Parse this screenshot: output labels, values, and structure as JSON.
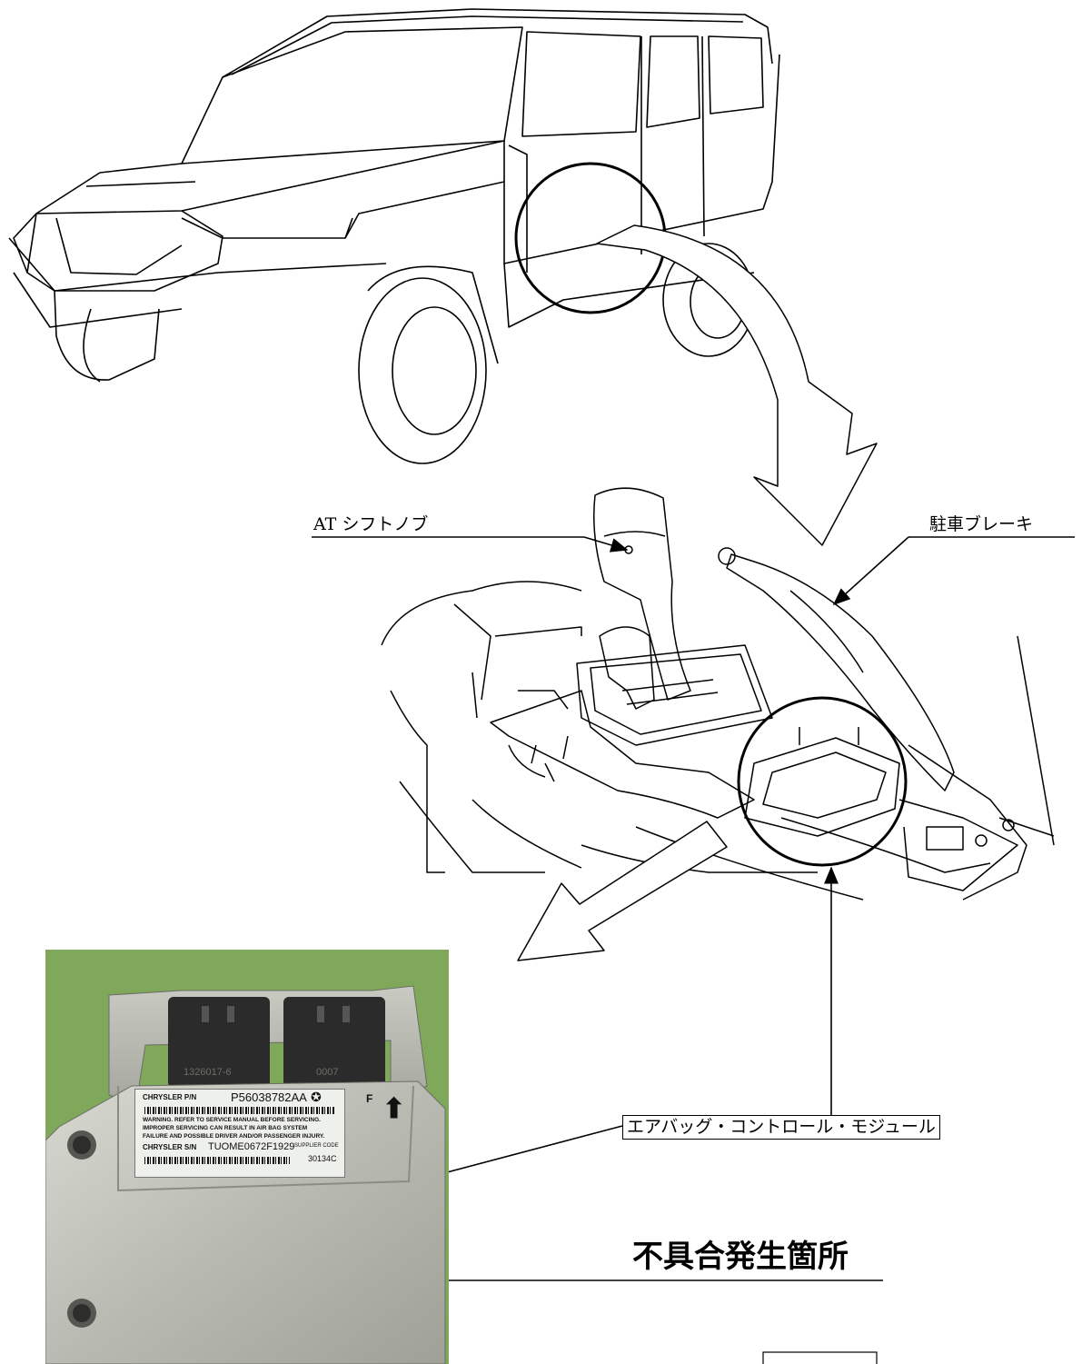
{
  "labels": {
    "at_shift_knob": "AT シフトノブ",
    "parking_brake": "駐車ブレーキ",
    "airbag_module": "エアバッグ・コントロール・モジュール",
    "defect_location": "不具合発生箇所"
  },
  "photo_label": {
    "pn_caption": "CHRYSLER P/N",
    "pn_value": "P56038782AA",
    "f_mark": "F",
    "warning_lines": [
      "WARNING. REFER TO SERVICE MANUAL BEFORE SERVICING.",
      "IMPROPER SERVICING CAN RESULT IN AIR BAG SYSTEM",
      "FAILURE AND POSSIBLE DRIVER AND/OR PASSENGER INJURY."
    ],
    "sn_caption": "CHRYSLER S/N",
    "sn_value": "TUOME0672F1929",
    "supplier_caption": "SUPPLIER CODE",
    "supplier_value": "30134C"
  },
  "connector_codes": [
    "1326017-6",
    "0007"
  ],
  "icons": [
    "vehicle-illustration",
    "shifter-console-illustration",
    "curved-arrow-icon",
    "block-arrow-icon",
    "pointer-arrow-icon",
    "mopar-pentastar-icon",
    "up-arrow-icon"
  ]
}
